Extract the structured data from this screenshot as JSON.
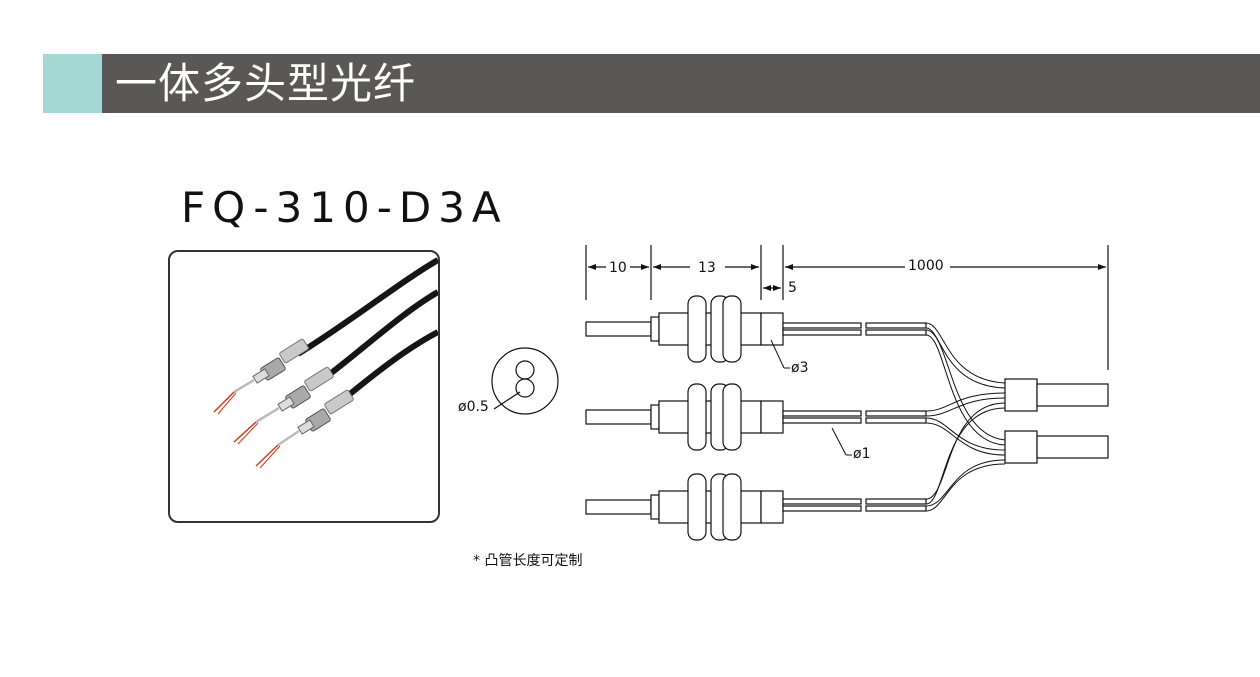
{
  "header": {
    "title": "一体多头型光纤",
    "accent_color": "#a4d8d4",
    "bar_color": "#5a5856"
  },
  "product": {
    "model": "FQ-310-D3A"
  },
  "drawing": {
    "dim_head_length": "10",
    "dim_body_length": "13",
    "dim_tube_offset": "5",
    "dim_fiber_length": "1000",
    "dim_tube_diameter": "ø3",
    "dim_fiber_diameter": "ø1",
    "dim_core_diameter": "ø0.5"
  },
  "footnote": "* 凸管长度可定制"
}
